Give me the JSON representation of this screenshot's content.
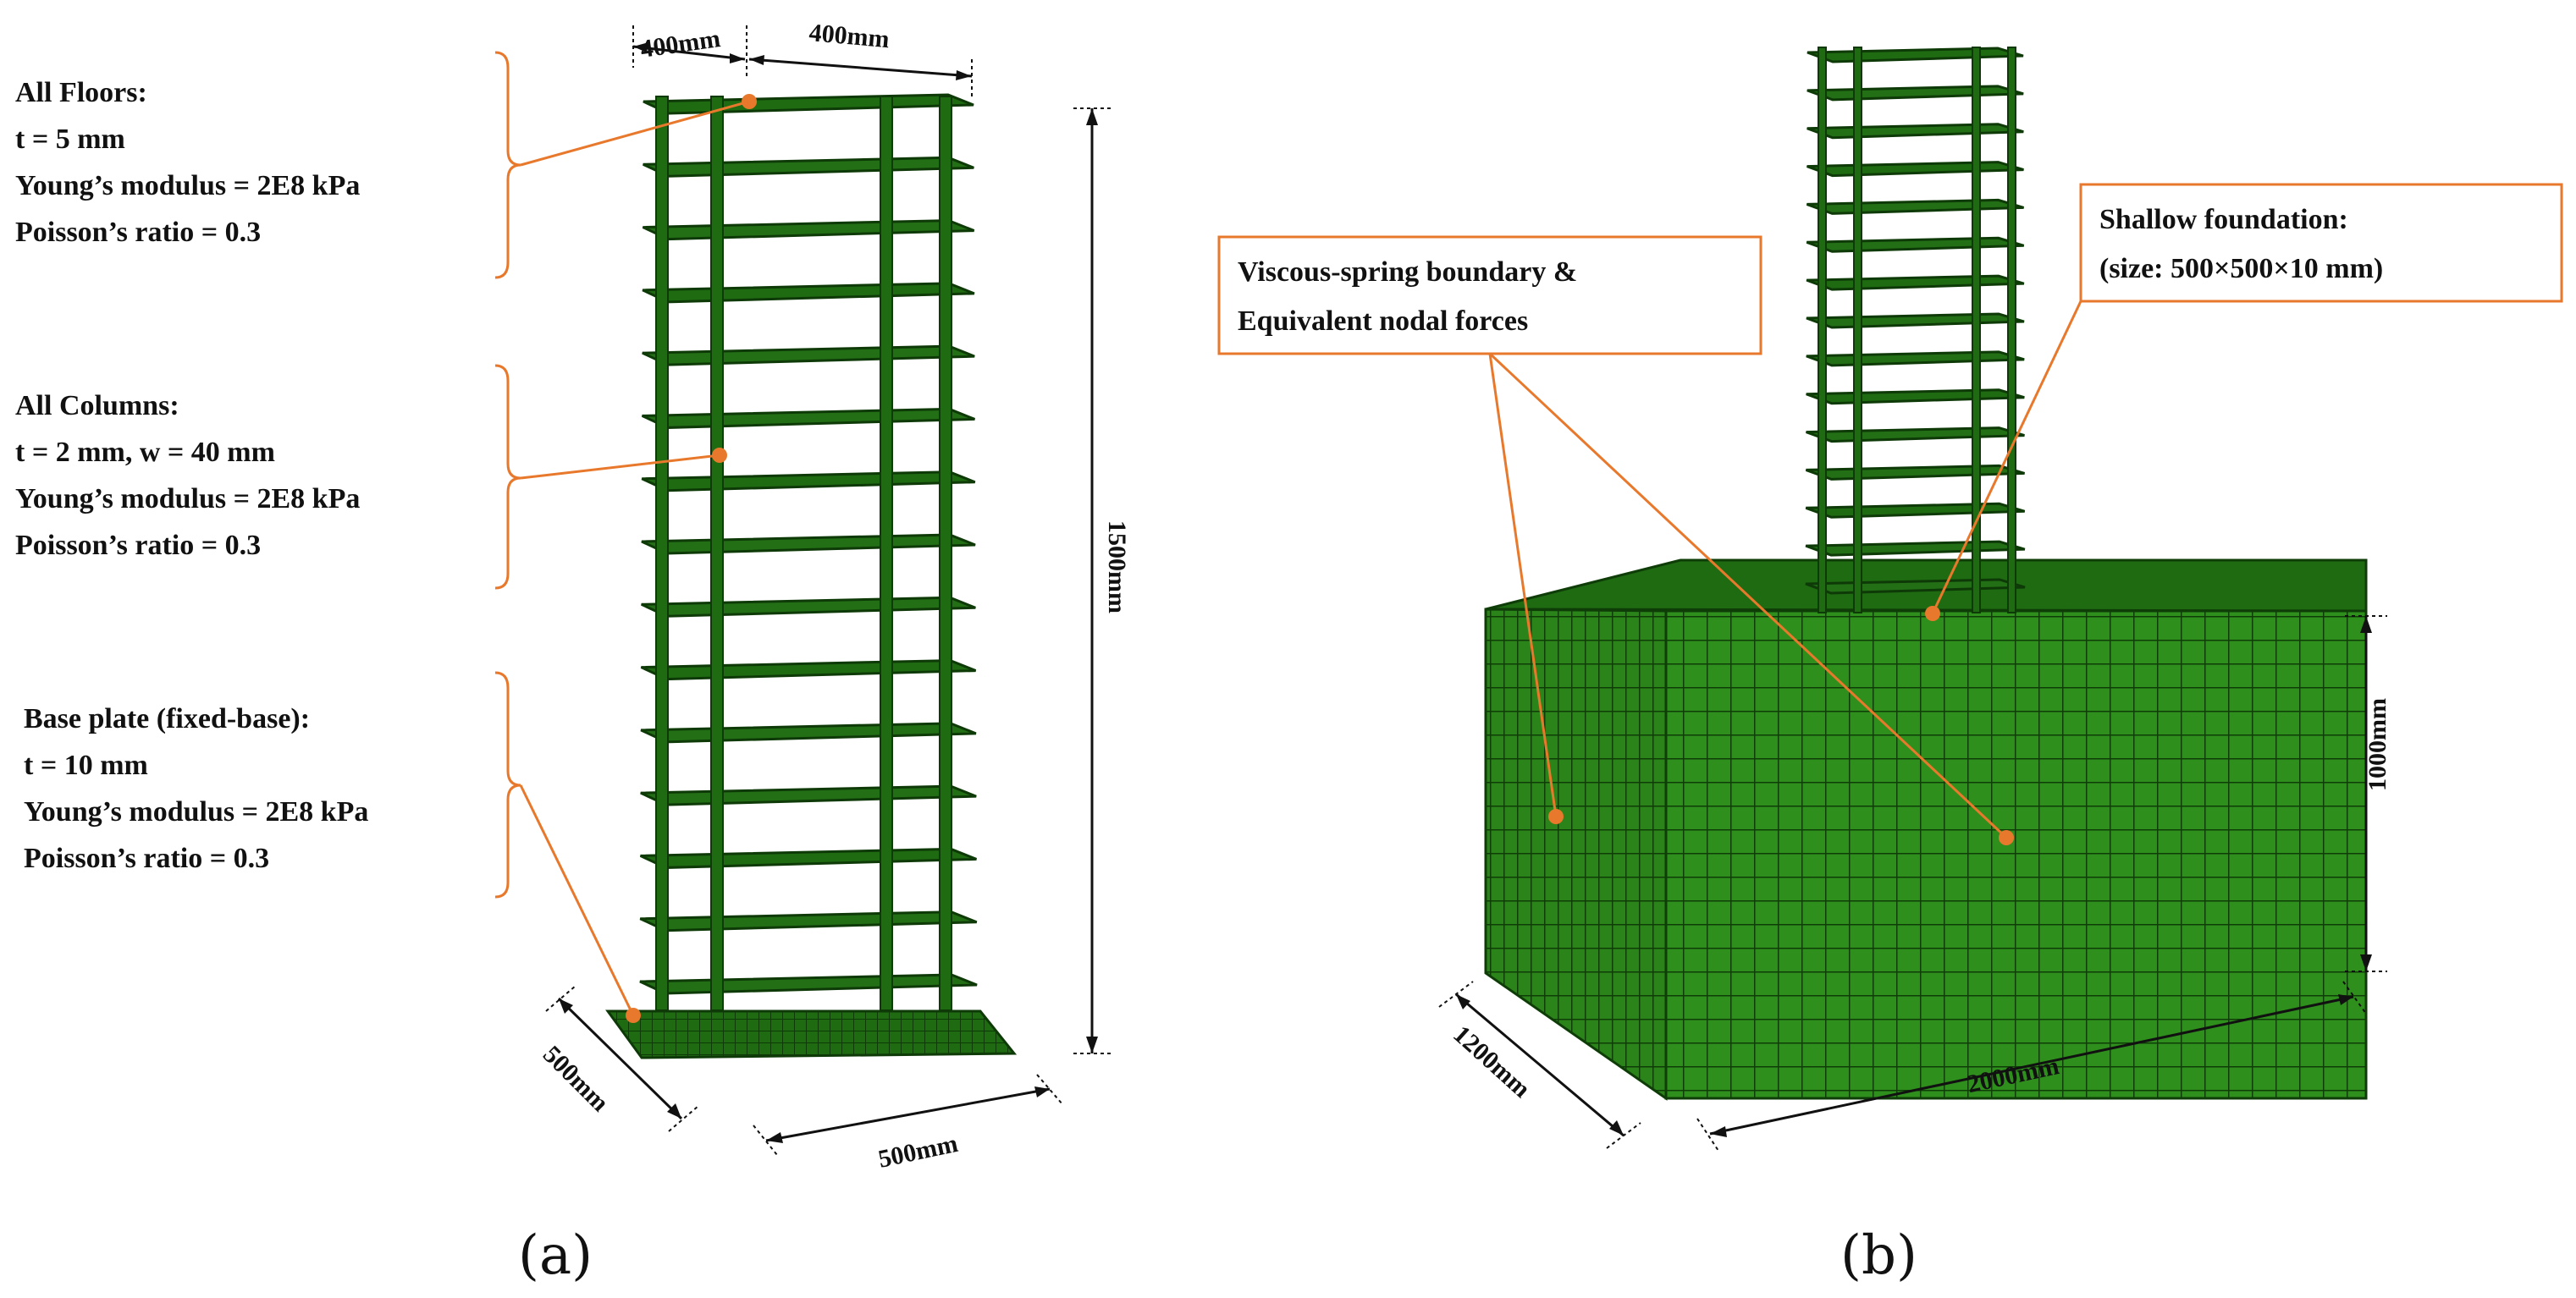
{
  "colors": {
    "mesh_fill": "#1f6b12",
    "mesh_dark": "#123f0b",
    "soil_fill": "#2f8f1c",
    "callout": "#e8792c",
    "text": "#111111"
  },
  "panel_a": {
    "caption": "(a)",
    "floors_note": {
      "title": "All Floors:",
      "lines": [
        "t = 5 mm",
        "Young’s modulus = 2E8 kPa",
        "Poisson’s ratio = 0.3"
      ]
    },
    "columns_note": {
      "title": "All Columns:",
      "lines": [
        "t = 2 mm, w = 40 mm",
        "Young’s modulus = 2E8 kPa",
        "Poisson’s ratio = 0.3"
      ]
    },
    "base_note": {
      "title": "Base plate (fixed-base):",
      "lines": [
        "t = 10 mm",
        "Young’s modulus = 2E8 kPa",
        "Poisson’s ratio = 0.3"
      ]
    },
    "dimensions": {
      "top_width_1": "400mm",
      "top_width_2": "400mm",
      "height": "1500mm",
      "base_depth": "500mm",
      "base_width": "500mm"
    },
    "floor_count": 15
  },
  "panel_b": {
    "caption": "(b)",
    "boundary_note": {
      "lines": [
        "Viscous-spring boundary &",
        "Equivalent nodal forces"
      ]
    },
    "foundation_note": {
      "lines": [
        "Shallow foundation:",
        "(size: 500×500×10 mm)"
      ]
    },
    "dimensions": {
      "height": "1000mm",
      "depth": "1200mm",
      "length": "2000mm"
    },
    "floor_count": 15
  }
}
